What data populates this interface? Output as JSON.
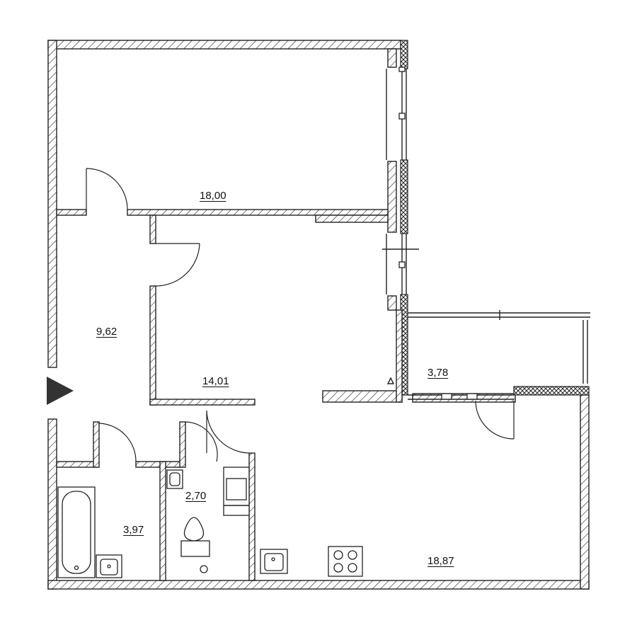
{
  "rooms": {
    "bedroom_large": "18,00",
    "bedroom_small": "14,01",
    "hallway": "9,62",
    "balcony": "3,78",
    "kitchen_living": "18,87",
    "bathroom": "3,97",
    "toilet": "2,70"
  },
  "colors": {
    "wall_line": "#222222",
    "entrance_arrow": "#333333"
  },
  "icons": {
    "entrance": "entrance-arrow-icon"
  }
}
